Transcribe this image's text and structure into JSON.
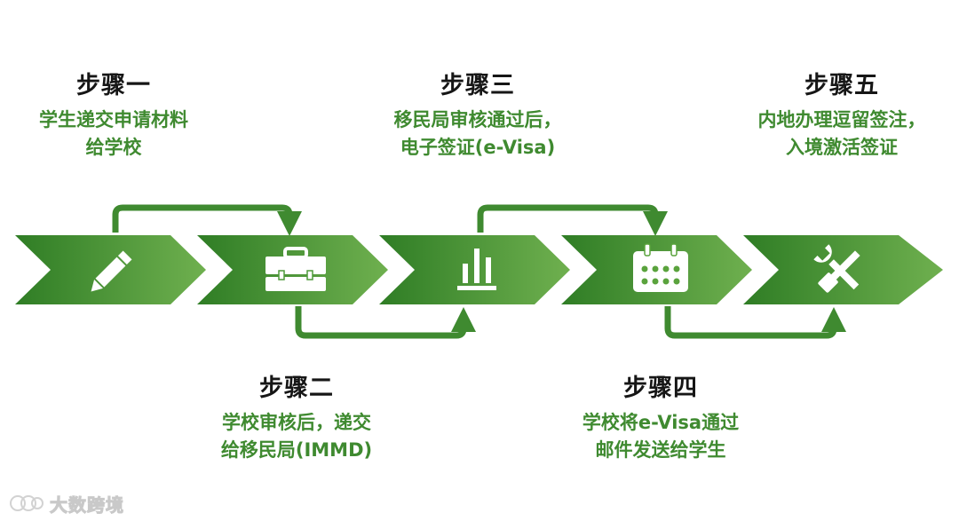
{
  "colors": {
    "chevron_dark": "#2f7d25",
    "chevron_light": "#6fb04f",
    "connector": "#3f8a30",
    "title": "#161616",
    "desc": "#3f8a30"
  },
  "steps": [
    {
      "title": "步骤一",
      "desc": [
        "学生递交申请材料",
        "给学校"
      ],
      "icon": "pencil-icon"
    },
    {
      "title": "步骤二",
      "desc": [
        "学校审核后，递交",
        "给移民局(IMMD)"
      ],
      "icon": "briefcase-icon"
    },
    {
      "title": "步骤三",
      "desc": [
        "移民局审核通过后，",
        "电子签证(e-Visa)"
      ],
      "icon": "bar-chart-icon"
    },
    {
      "title": "步骤四",
      "desc": [
        "学校将e-Visa通过",
        "邮件发送给学生"
      ],
      "icon": "calendar-icon"
    },
    {
      "title": "步骤五",
      "desc": [
        "内地办理逗留签注，",
        "入境激活签证"
      ],
      "icon": "tools-icon"
    }
  ],
  "watermark": {
    "text": "大数跨境",
    "icon": "brand-logo-icon"
  }
}
